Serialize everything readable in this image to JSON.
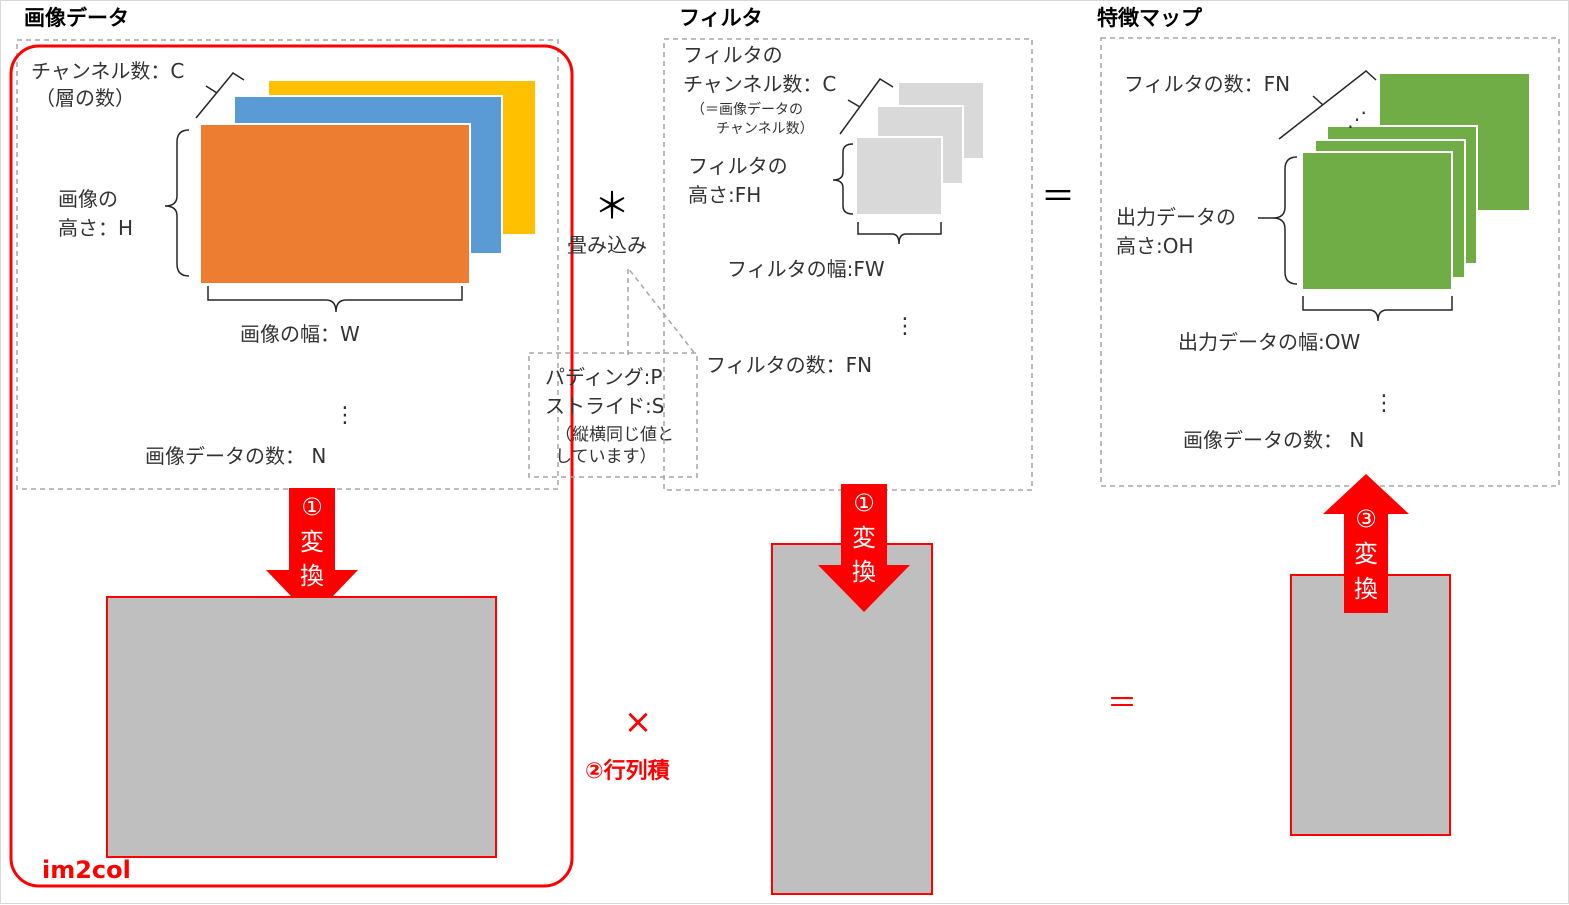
{
  "colors": {
    "red": "#ff0000",
    "image_front": "#ed7d31",
    "image_middle": "#5b9bd5",
    "image_back": "#ffc000",
    "filter_plate": "#d9d9d9",
    "feature_map": "#70ad47",
    "matrix_gray": "#bfbfbf",
    "dashed_frame": "#a6a6a6"
  },
  "image_data": {
    "title": "画像データ",
    "channels_line1": "チャンネル数：C",
    "channels_line2": "（層の数）",
    "height_line1": "画像の",
    "height_line2": "高さ：H",
    "width": "画像の幅：W",
    "dots": "⋮",
    "count": "画像データの数： N"
  },
  "convolution": {
    "symbol": "＊",
    "label": "畳み込み"
  },
  "padding_note": {
    "line1": "パディング:P",
    "line2": "ストライド:S",
    "line3": "（縦横同じ値と",
    "line4": "しています）"
  },
  "filter": {
    "title": "フィルタ",
    "channels_line1": "フィルタの",
    "channels_line2": "チャンネル数：C",
    "channels_note1": "（＝画像データの",
    "channels_note2": "チャンネル数）",
    "height_line1": "フィルタの",
    "height_line2": "高さ:FH",
    "width": "フィルタの幅:FW",
    "dots": "⋮",
    "count": "フィルタの数：FN"
  },
  "equals_symbol": "＝",
  "feature_map": {
    "title": "特徴マップ",
    "count": "フィルタの数：FN",
    "stack_dots": "⋰",
    "height_line1": "出力データの",
    "height_line2": "高さ:OH",
    "width": "出力データの幅:OW",
    "dots": "⋮",
    "images": "画像データの数： N"
  },
  "transforms": {
    "step1_num": "①",
    "step1_char1": "変",
    "step1_char2": "換",
    "step3_num": "③",
    "step3_char1": "変",
    "step3_char2": "換"
  },
  "matmul": {
    "symbol": "×",
    "label": "②行列積",
    "equals": "＝"
  },
  "im2col_label": "im2col"
}
